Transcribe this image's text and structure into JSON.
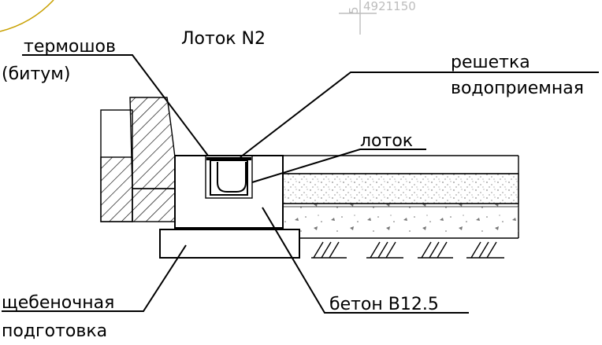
{
  "title": "Лоток N2",
  "labels": {
    "thermal_seam": "термошов",
    "bitumen": "(битум)",
    "grate_line1": "решетка",
    "grate_line2": "водоприемная",
    "tray": "лоток",
    "gravel_line1": "щебеночная",
    "gravel_line2": "подготовка",
    "concrete": "бетон В12.5"
  },
  "corner_number": "4921150",
  "corner_prefix": "5",
  "colors": {
    "line": "#000000",
    "stamp": "#bdbdbd",
    "accent_curve": "#c8a000"
  }
}
